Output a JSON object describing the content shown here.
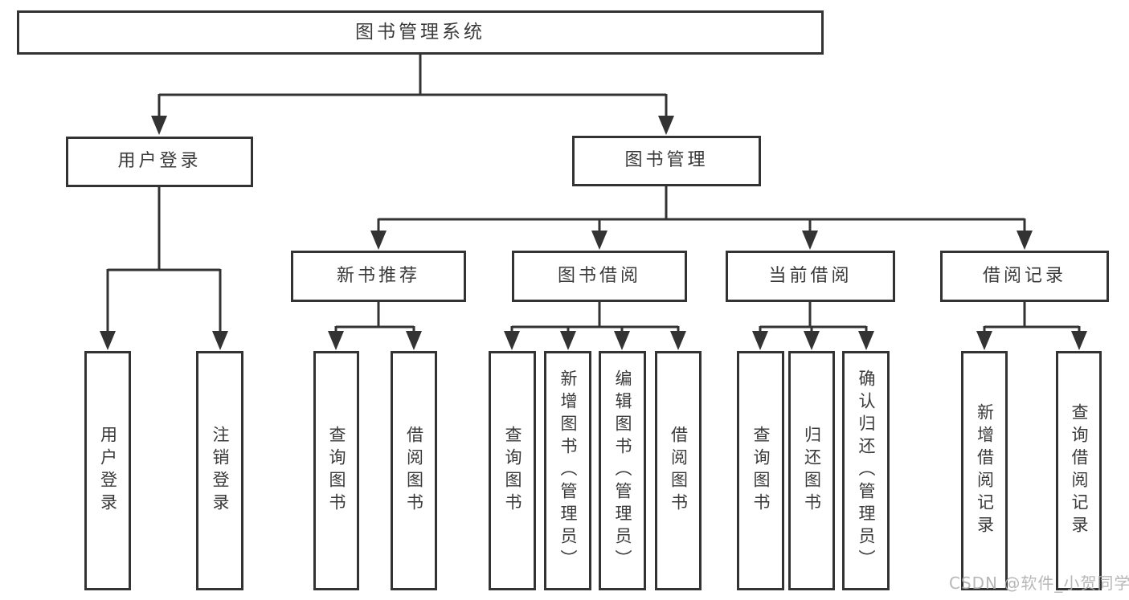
{
  "diagram": {
    "type": "tree",
    "root": {
      "label": "图书管理系统"
    },
    "children": [
      {
        "label": "用户登录",
        "children": [
          {
            "label": "用户登录"
          },
          {
            "label": "注销登录"
          }
        ]
      },
      {
        "label": "图书管理",
        "children": [
          {
            "label": "新书推荐",
            "children": [
              {
                "label": "查询图书"
              },
              {
                "label": "借阅图书"
              }
            ]
          },
          {
            "label": "图书借阅",
            "children": [
              {
                "label": "查询图书"
              },
              {
                "label": "新增图书（管理员）"
              },
              {
                "label": "编辑图书（管理员）"
              },
              {
                "label": "借阅图书"
              }
            ]
          },
          {
            "label": "当前借阅",
            "children": [
              {
                "label": "查询图书"
              },
              {
                "label": "归还图书"
              },
              {
                "label": "确认归还（管理员）"
              }
            ]
          },
          {
            "label": "借阅记录",
            "children": [
              {
                "label": "新增借阅记录"
              },
              {
                "label": "查询借阅记录"
              }
            ]
          }
        ]
      }
    ]
  },
  "watermark": {
    "text": "CSDN @软件_小贺同学"
  },
  "colors": {
    "line": "#333333",
    "box_border": "#333333",
    "text": "#3a3a3a",
    "background": "#ffffff",
    "watermark": "#b0b0b0"
  }
}
